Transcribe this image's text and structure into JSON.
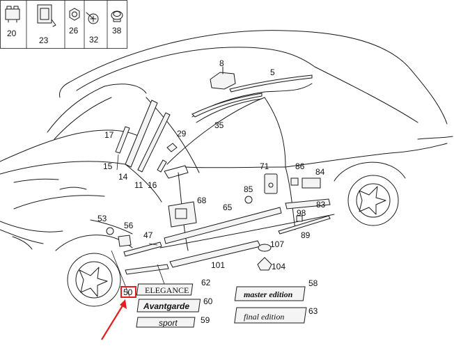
{
  "legend_boxes": [
    {
      "label": "20",
      "icon": "clip-icon"
    },
    {
      "label": "23",
      "icon": "bracket-clip-icon"
    },
    {
      "label": "26",
      "icon": "nut-icon"
    },
    {
      "label": "32",
      "icon": "screw-icon"
    },
    {
      "label": "38",
      "icon": "plug-icon"
    }
  ],
  "callouts": [
    {
      "id": "c8",
      "label": "8"
    },
    {
      "id": "c5",
      "label": "5"
    },
    {
      "id": "c35",
      "label": "35"
    },
    {
      "id": "c17",
      "label": "17"
    },
    {
      "id": "c29",
      "label": "29"
    },
    {
      "id": "c15",
      "label": "15"
    },
    {
      "id": "c14",
      "label": "14"
    },
    {
      "id": "c11",
      "label": "11"
    },
    {
      "id": "c16",
      "label": "16"
    },
    {
      "id": "c71",
      "label": "71"
    },
    {
      "id": "c86",
      "label": "86"
    },
    {
      "id": "c84",
      "label": "84"
    },
    {
      "id": "c85",
      "label": "85"
    },
    {
      "id": "c68",
      "label": "68"
    },
    {
      "id": "c65",
      "label": "65"
    },
    {
      "id": "c98",
      "label": "98"
    },
    {
      "id": "c83",
      "label": "83"
    },
    {
      "id": "c53",
      "label": "53"
    },
    {
      "id": "c56",
      "label": "56"
    },
    {
      "id": "c47",
      "label": "47"
    },
    {
      "id": "c89",
      "label": "89"
    },
    {
      "id": "c107",
      "label": "107"
    },
    {
      "id": "c101",
      "label": "101"
    },
    {
      "id": "c104",
      "label": "104"
    },
    {
      "id": "c62",
      "label": "62"
    },
    {
      "id": "c60",
      "label": "60"
    },
    {
      "id": "c59",
      "label": "59"
    },
    {
      "id": "c58",
      "label": "58"
    },
    {
      "id": "c63",
      "label": "63"
    },
    {
      "id": "c50",
      "label": "50"
    }
  ],
  "badges": {
    "elegance": "ELEGANCE",
    "avantgarde": "Avantgarde",
    "sport": "sport",
    "master_edition": "master edition",
    "final_edition": "final edition"
  },
  "highlight": {
    "label": "50",
    "color": "#e02020"
  },
  "colors": {
    "line": "#1a1a1a",
    "accent": "#e02020"
  }
}
